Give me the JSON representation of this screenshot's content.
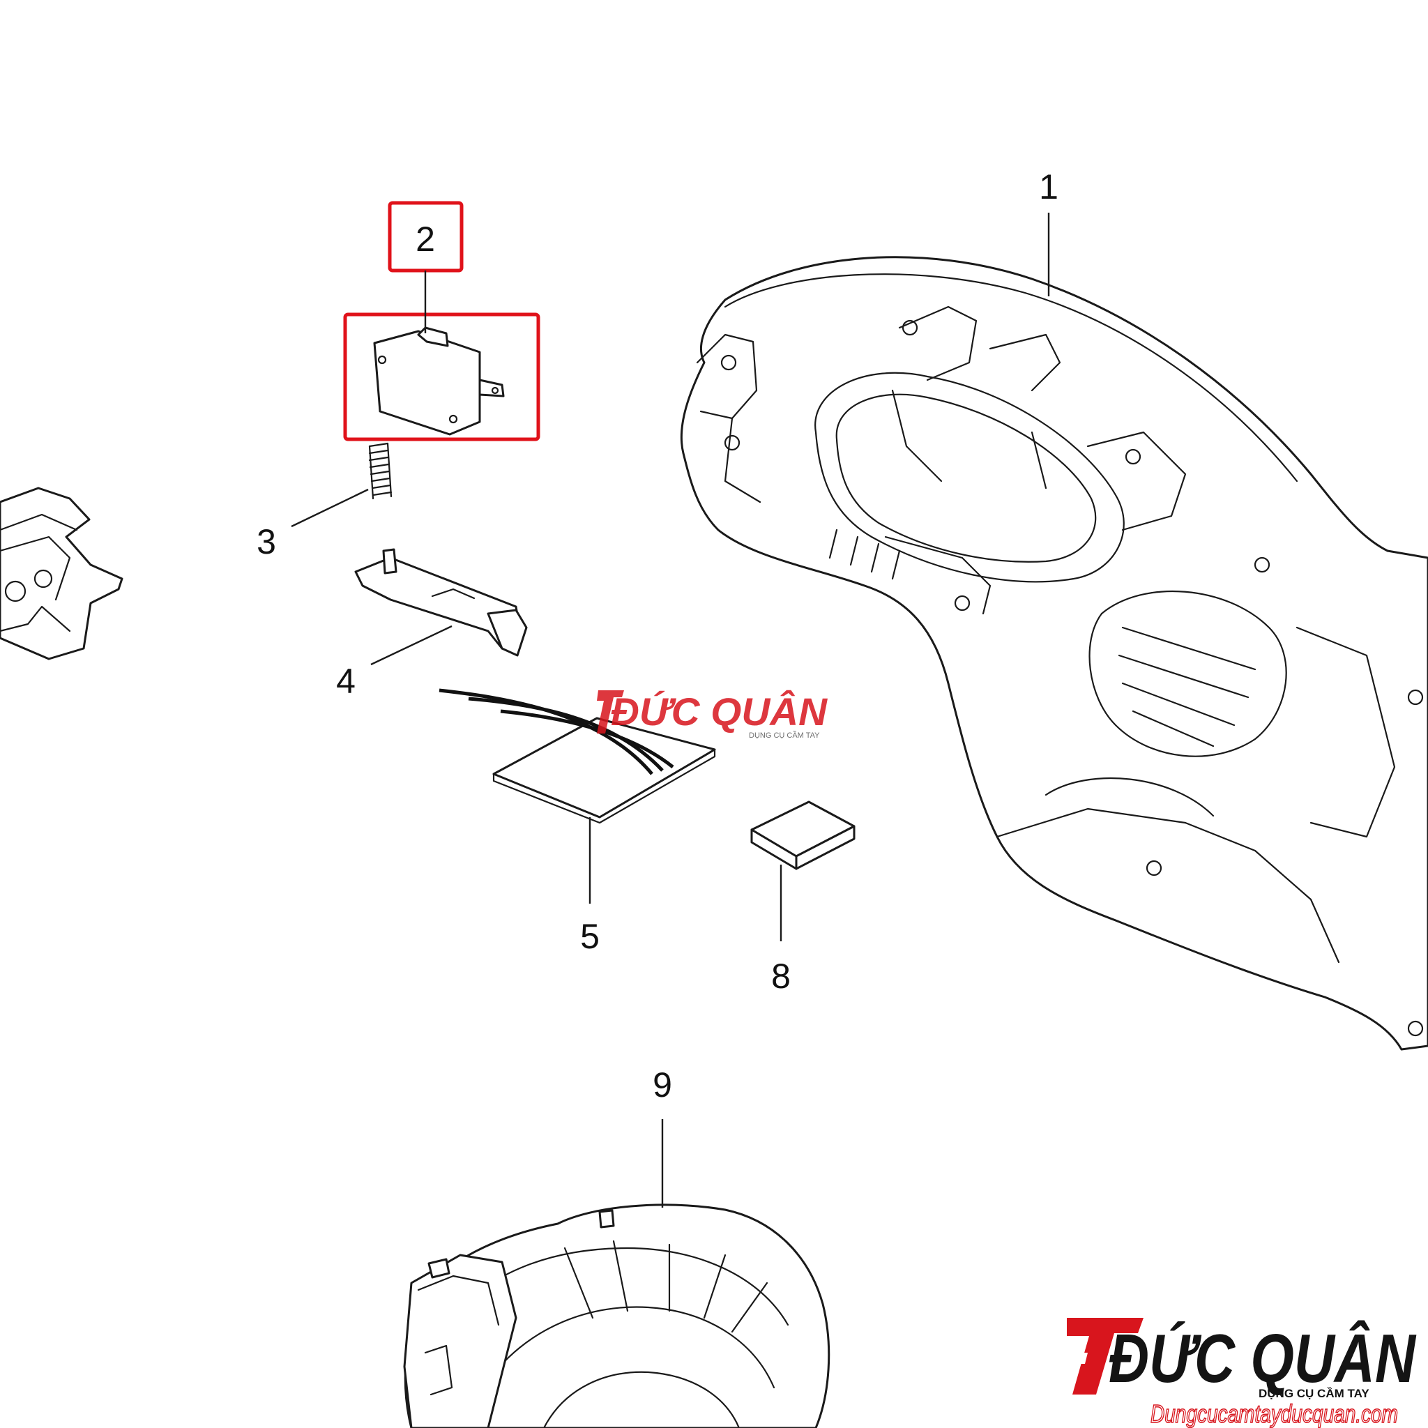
{
  "callouts": {
    "c1": "1",
    "c2": "2",
    "c3": "3",
    "c4": "4",
    "c5": "5",
    "c8": "8",
    "c9": "9"
  },
  "highlight": {
    "color": "#e0121a",
    "target": "2"
  },
  "watermark": {
    "center_name": "ĐỨC QUÂN",
    "center_tagline": "DỤNG CỤ CẦM TAY",
    "brand_name": "ĐỨC QUÂN",
    "brand_tagline": "DỤNG CỤ CẦM TAY",
    "website": "Dungcucamtayducquan.com",
    "colors": {
      "red": "#d8151d",
      "black": "#141414"
    }
  }
}
